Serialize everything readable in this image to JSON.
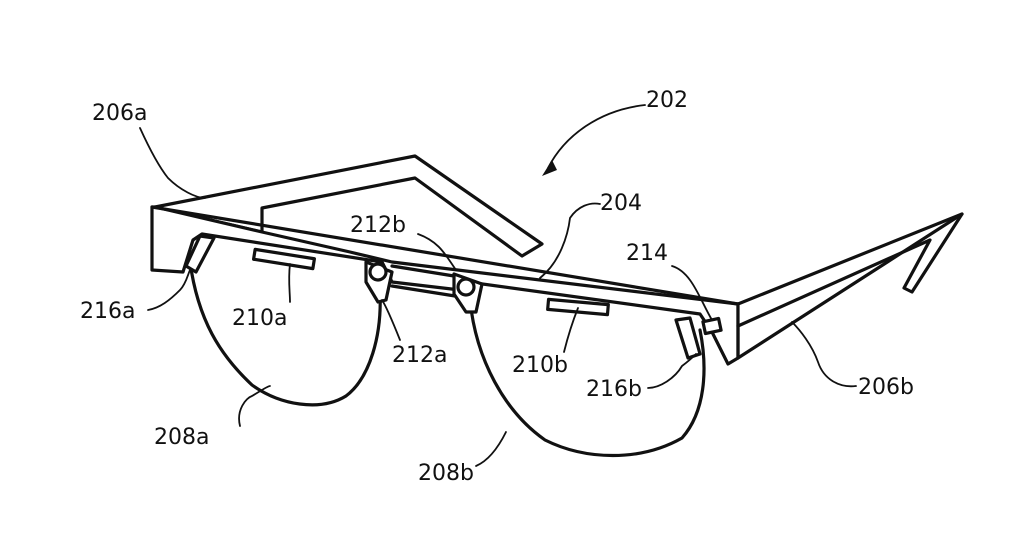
{
  "labels": {
    "device": "202",
    "frame": "204",
    "arm_left": "206a",
    "arm_right": "206b",
    "lens_left": "208a",
    "lens_right": "208b",
    "display_left": "210a",
    "display_right": "210b",
    "hinge_left": "212a",
    "hinge_right": "212b",
    "sensor": "214",
    "pad_left": "216a",
    "pad_right": "216b"
  }
}
